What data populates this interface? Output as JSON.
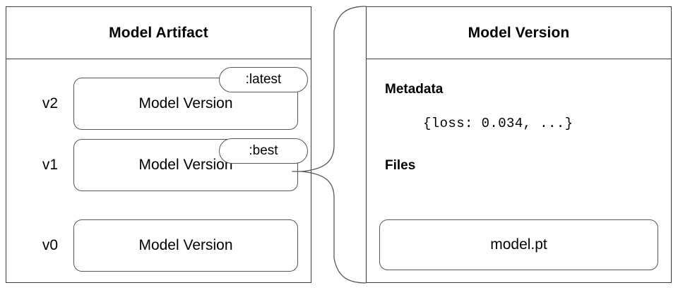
{
  "diagram": {
    "title_left": "Model Artifact",
    "title_right": "Model Version",
    "stroke_color": "#3c3c3c",
    "box_stroke_color": "#555555",
    "background_color": "#ffffff",
    "text_color": "#000000"
  },
  "model_artifact": {
    "header": "Model Artifact",
    "versions": [
      {
        "version_label": "v2",
        "box_label": "Model Version",
        "tag": ":latest"
      },
      {
        "version_label": "v1",
        "box_label": "Model Version",
        "tag": ":best"
      },
      {
        "version_label": "v0",
        "box_label": "Model Version",
        "tag": ""
      }
    ]
  },
  "model_version": {
    "header": "Model Version",
    "metadata": {
      "heading": "Metadata",
      "value": "{loss: 0.034, ...}"
    },
    "files": {
      "heading": "Files",
      "items": [
        {
          "name": "model.pt"
        }
      ]
    }
  },
  "connector": {
    "name": "brace-connector",
    "description": "curly brace linking v1 Model Version to Model Version detail panel"
  }
}
